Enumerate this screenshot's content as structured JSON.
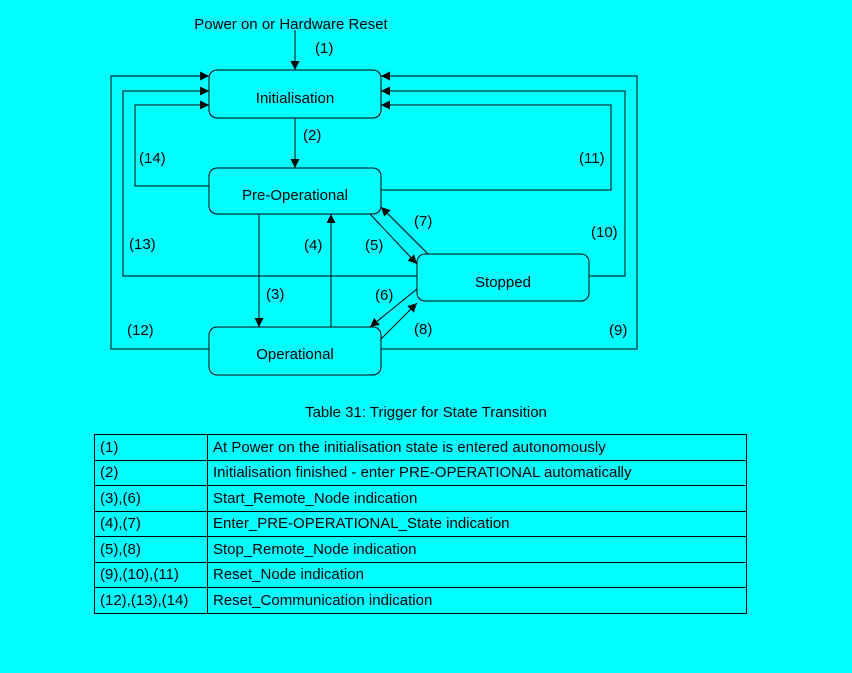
{
  "diagram": {
    "entry_label": "Power on or Hardware Reset",
    "states": {
      "initialisation": "Initialisation",
      "pre_operational": "Pre-Operational",
      "stopped": "Stopped",
      "operational": "Operational"
    },
    "transition_labels": {
      "t1": "(1)",
      "t2": "(2)",
      "t3": "(3)",
      "t4": "(4)",
      "t5": "(5)",
      "t6": "(6)",
      "t7": "(7)",
      "t8": "(8)",
      "t9": "(9)",
      "t10": "(10)",
      "t11": "(11)",
      "t12": "(12)",
      "t13": "(13)",
      "t14": "(14)"
    }
  },
  "table": {
    "caption": "Table 31: Trigger for State Transition",
    "rows": [
      {
        "trigger": "(1)",
        "description": "At Power on the initialisation state is entered autonomously"
      },
      {
        "trigger": "(2)",
        "description": "Initialisation finished - enter PRE-OPERATIONAL automatically"
      },
      {
        "trigger": "(3),(6)",
        "description": "Start_Remote_Node indication"
      },
      {
        "trigger": "(4),(7)",
        "description": "Enter_PRE-OPERATIONAL_State indication"
      },
      {
        "trigger": "(5),(8)",
        "description": "Stop_Remote_Node indication"
      },
      {
        "trigger": "(9),(10),(11)",
        "description": "Reset_Node indication"
      },
      {
        "trigger": "(12),(13),(14)",
        "description": "Reset_Communication indication"
      }
    ]
  }
}
